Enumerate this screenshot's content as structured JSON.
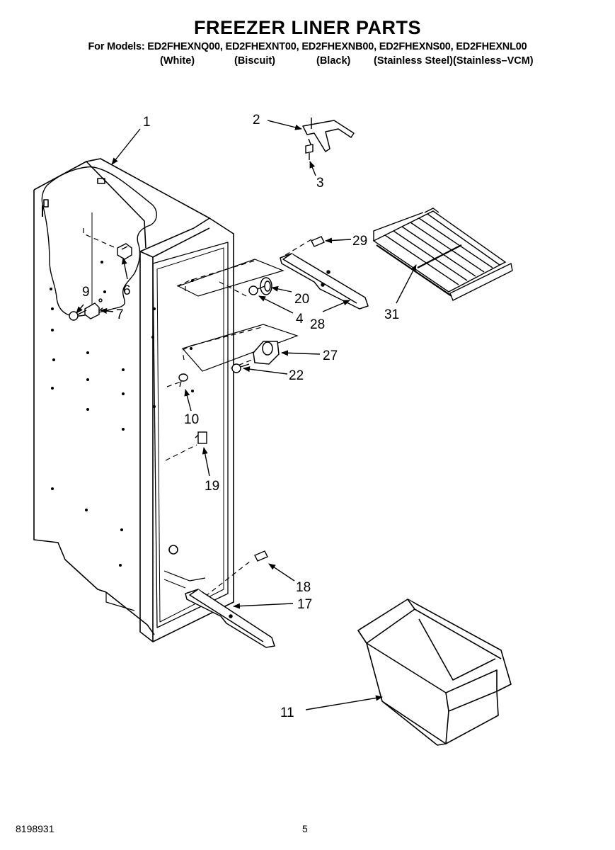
{
  "header": {
    "title": "FREEZER LINER PARTS",
    "models_line": "For Models: ED2FHEXNQ00, ED2FHEXNT00, ED2FHEXNB00, ED2FHEXNS00, ED2FHEXNL00",
    "variants": [
      "(White)",
      "(Biscuit)",
      "(Black)",
      "(Stainless Steel)(Stainless–VCM)"
    ]
  },
  "callouts": {
    "c1": "1",
    "c2": "2",
    "c3": "3",
    "c4": "4",
    "c6": "6",
    "c7": "7",
    "c9": "9",
    "c10": "10",
    "c11": "11",
    "c17": "17",
    "c18": "18",
    "c19": "19",
    "c20": "20",
    "c22": "22",
    "c27": "27",
    "c28": "28",
    "c29": "29",
    "c31": "31"
  },
  "footer": {
    "doc_number": "8198931",
    "page_number": "5"
  }
}
